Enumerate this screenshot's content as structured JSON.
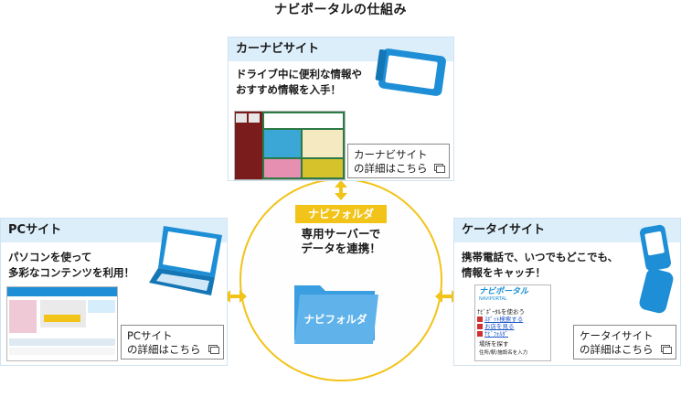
{
  "title": "ナビポータルの仕組み",
  "carnavi": {
    "heading": "カーナビサイト",
    "desc_line1": "ドライブ中に便利な情報や",
    "desc_line2": "おすすめ情報を入手！",
    "link_line1": "カーナビサイト",
    "link_line2": "の詳細はこちら"
  },
  "pc": {
    "heading": "PCサイト",
    "desc_line1": "パソコンを使って",
    "desc_line2": "多彩なコンテンツを利用！",
    "link_line1": "PCサイト",
    "link_line2": "の詳細はこちら"
  },
  "keitai": {
    "heading": "ケータイサイト",
    "desc_line1": "携帯電話で、いつでもどこでも、",
    "desc_line2": "情報をキャッチ！",
    "link_line1": "ケータイサイト",
    "link_line2": "の詳細はこちら",
    "screen_logo": "ナビポータル",
    "screen_sub": "NAVIPORTAL",
    "screen_item0": "ﾅﾋﾞﾎﾟｰﾀﾙを使おう",
    "screen_item1": "ｽﾎﾟｯﾄ検索する",
    "screen_item2": "お店を見る",
    "screen_item3": "ﾅﾋﾞﾌｫﾙﾀﾞ",
    "screen_item4": "場所を探す",
    "screen_item5": "住所/駅/施設名を入力"
  },
  "center": {
    "folder_label": "ナビフォルダ",
    "server_line1": "専用サーバーで",
    "server_line2": "データを連携！",
    "folder_icon_label": "ナビフォルダ"
  },
  "colors": {
    "panel_header": "#dbeefa",
    "panel_border": "#cfe3f0",
    "accent_yellow": "#f2c318",
    "device_blue": "#1e8fd6",
    "folder_blue": "#3b9ee0"
  }
}
